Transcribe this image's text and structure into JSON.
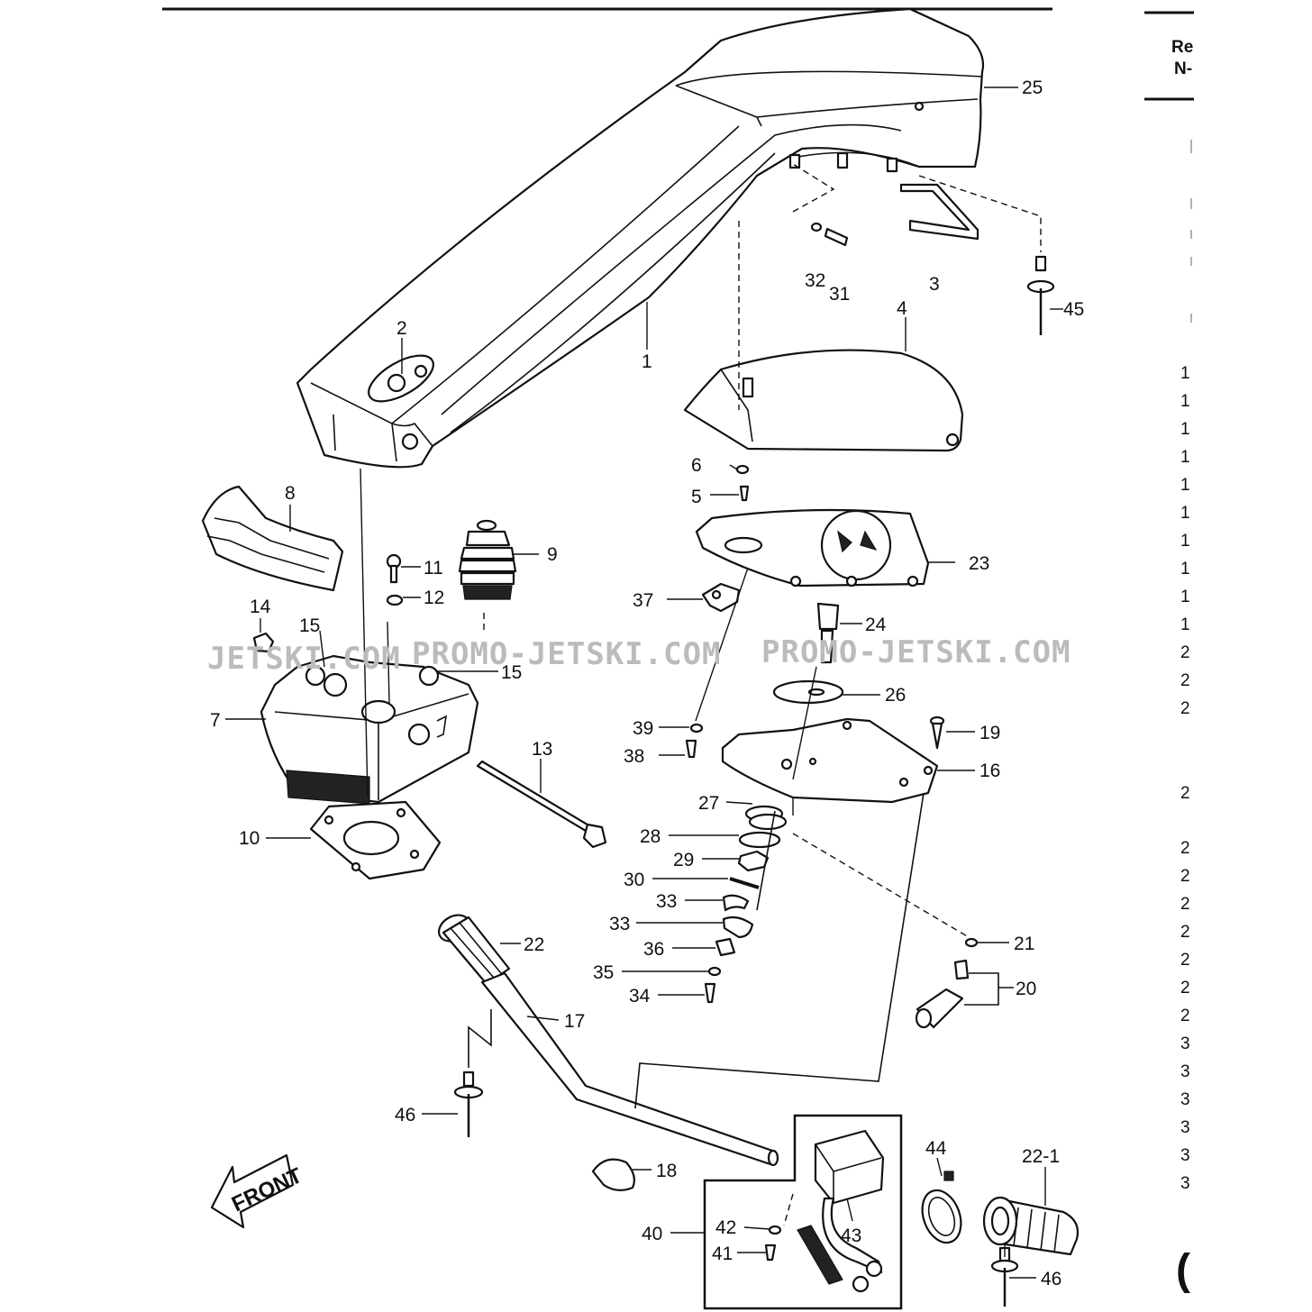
{
  "header": {
    "fragment_line1": "Re",
    "fragment_line2": "N-"
  },
  "watermarks": [
    "JETSKI.COM",
    "PROMO-JETSKI.COM",
    "PROMO-JETSKI.COM"
  ],
  "front_arrow_label": "FRONT",
  "callouts": [
    {
      "id": "c1",
      "text": "1"
    },
    {
      "id": "c2",
      "text": "2"
    },
    {
      "id": "c3",
      "text": "3"
    },
    {
      "id": "c4",
      "text": "4"
    },
    {
      "id": "c5",
      "text": "5"
    },
    {
      "id": "c6",
      "text": "6"
    },
    {
      "id": "c7",
      "text": "7"
    },
    {
      "id": "c8",
      "text": "8"
    },
    {
      "id": "c9",
      "text": "9"
    },
    {
      "id": "c10",
      "text": "10"
    },
    {
      "id": "c11",
      "text": "11"
    },
    {
      "id": "c12",
      "text": "12"
    },
    {
      "id": "c13",
      "text": "13"
    },
    {
      "id": "c14",
      "text": "14"
    },
    {
      "id": "c15a",
      "text": "15"
    },
    {
      "id": "c15b",
      "text": "15"
    },
    {
      "id": "c16",
      "text": "16"
    },
    {
      "id": "c17",
      "text": "17"
    },
    {
      "id": "c18",
      "text": "18"
    },
    {
      "id": "c19",
      "text": "19"
    },
    {
      "id": "c20",
      "text": "20"
    },
    {
      "id": "c21",
      "text": "21"
    },
    {
      "id": "c22",
      "text": "22"
    },
    {
      "id": "c22-1",
      "text": "22-1"
    },
    {
      "id": "c23",
      "text": "23"
    },
    {
      "id": "c24",
      "text": "24"
    },
    {
      "id": "c25",
      "text": "25"
    },
    {
      "id": "c26",
      "text": "26"
    },
    {
      "id": "c27",
      "text": "27"
    },
    {
      "id": "c28",
      "text": "28"
    },
    {
      "id": "c29",
      "text": "29"
    },
    {
      "id": "c30",
      "text": "30"
    },
    {
      "id": "c31",
      "text": "31"
    },
    {
      "id": "c32",
      "text": "32"
    },
    {
      "id": "c33a",
      "text": "33"
    },
    {
      "id": "c33b",
      "text": "33"
    },
    {
      "id": "c34",
      "text": "34"
    },
    {
      "id": "c35",
      "text": "35"
    },
    {
      "id": "c36",
      "text": "36"
    },
    {
      "id": "c37",
      "text": "37"
    },
    {
      "id": "c38",
      "text": "38"
    },
    {
      "id": "c39",
      "text": "39"
    },
    {
      "id": "c40",
      "text": "40"
    },
    {
      "id": "c41",
      "text": "41"
    },
    {
      "id": "c42",
      "text": "42"
    },
    {
      "id": "c43",
      "text": "43"
    },
    {
      "id": "c44",
      "text": "44"
    },
    {
      "id": "c45",
      "text": "45"
    },
    {
      "id": "c46a",
      "text": "46"
    },
    {
      "id": "c46b",
      "text": "46"
    }
  ],
  "right_column_fragments": [
    "1",
    "1",
    "1",
    "1",
    "1",
    "1",
    "1",
    "1",
    "1",
    "1",
    "2",
    "2",
    "2",
    "2",
    "2",
    "2",
    "2",
    "2",
    "2",
    "2",
    "2",
    "3",
    "3",
    "3",
    "3",
    "3",
    "3"
  ],
  "edge_fragment": "("
}
